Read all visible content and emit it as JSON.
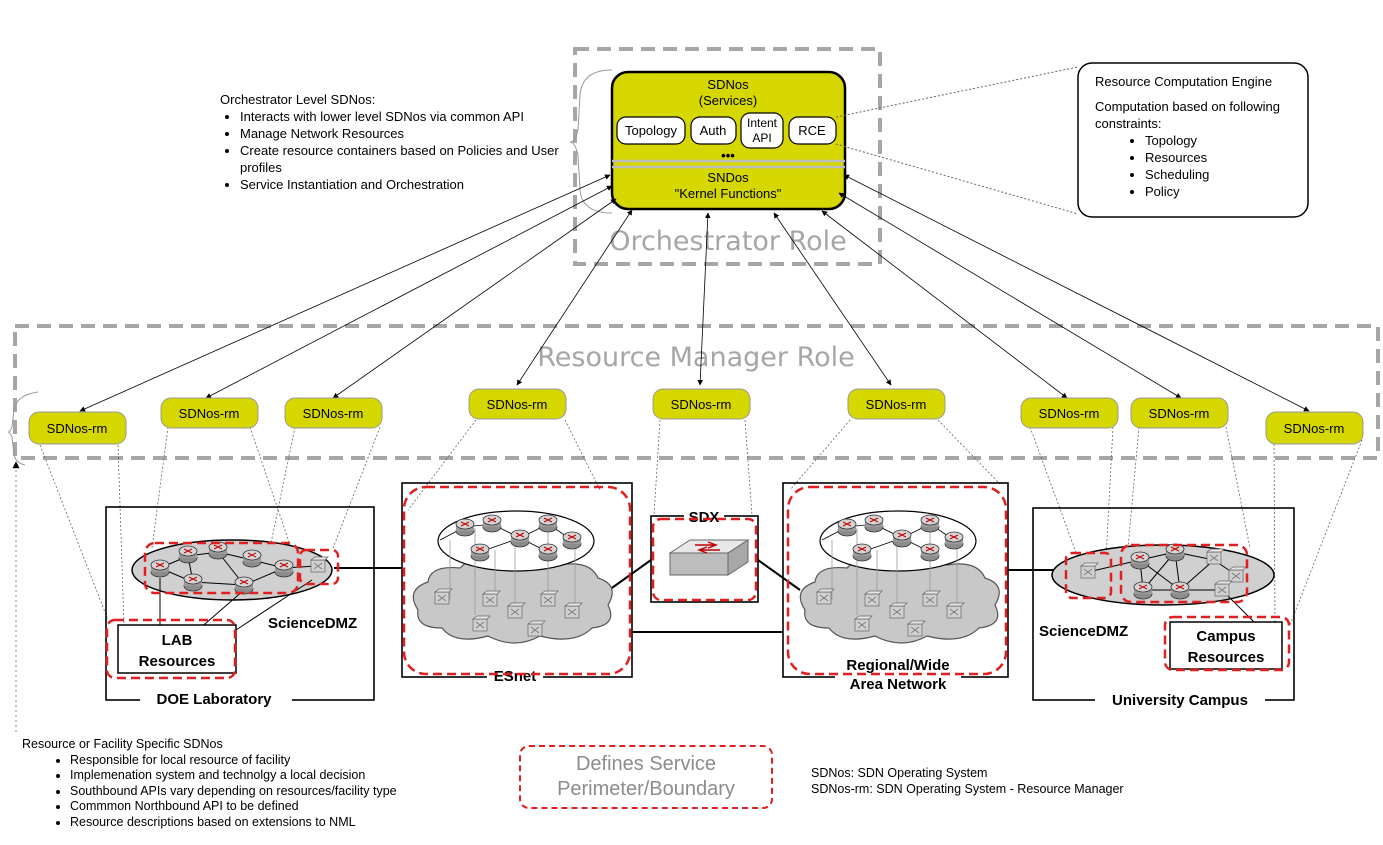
{
  "orchestrator": {
    "role_label": "Orchestrator Role",
    "services_title": "SDNos",
    "services_subtitle": "(Services)",
    "service_modules": [
      "Topology",
      "Auth",
      "Intent API",
      "RCE"
    ],
    "ellipsis": "•••",
    "kernel_title": "SNDos",
    "kernel_subtitle": "\"Kernel Functions\""
  },
  "orchestrator_notes": {
    "heading": "Orchestrator Level SDNos:",
    "items": [
      "Interacts with lower level SDNos via common API",
      "Manage Network Resources",
      "Create resource containers based on Policies and User profiles",
      "Service Instantiation and Orchestration"
    ]
  },
  "rce": {
    "title": "Resource Computation Engine",
    "intro": "Computation based on following constraints:",
    "items": [
      "Topology",
      "Resources",
      "Scheduling",
      "Policy"
    ]
  },
  "resource_manager": {
    "role_label": "Resource Manager Role",
    "node_label": "SDNos-rm"
  },
  "sites": {
    "doe_lab": "DOE Laboratory",
    "lab_resources_line1": "LAB",
    "lab_resources_line2": "Resources",
    "science_dmz_left": "ScienceDMZ",
    "esnet": "ESnet",
    "sdx": "SDX",
    "regional_line1": "Regional/Wide",
    "regional_line2": "Area Network",
    "science_dmz_right": "ScienceDMZ",
    "campus_resources_line1": "Campus",
    "campus_resources_line2": "Resources",
    "university": "University Campus"
  },
  "facility_notes": {
    "heading": "Resource or Facility Specific SDNos",
    "items": [
      "Responsible for local resource of facility",
      "Implemenation system and technolgy a local decision",
      "Southbound APIs vary depending on resources/facility type",
      "Commmon Northbound API to be defined",
      "Resource descriptions based on extensions to NML"
    ]
  },
  "legend": {
    "perimeter_line1": "Defines Service",
    "perimeter_line2": "Perimeter/Boundary",
    "definitions": [
      "SDNos: SDN Operating System",
      "SDNos-rm: SDN Operating System - Resource Manager"
    ]
  },
  "colors": {
    "sdnos_fill": "#d7d700",
    "boundary_red": "#e02020",
    "role_gray": "#a6a6a6",
    "cloud_gray": "#c8c8c8"
  }
}
